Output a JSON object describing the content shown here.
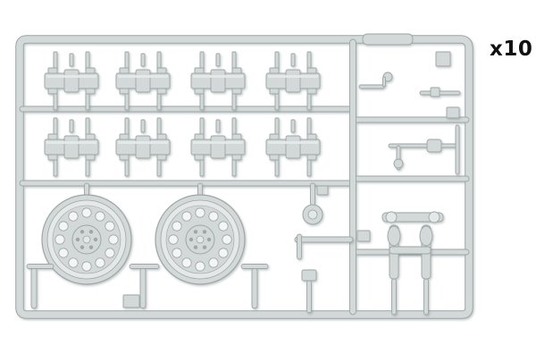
{
  "sprue": {
    "quantity_label": "x10",
    "plastic_color": "#d3d8d8",
    "plastic_light": "#e4e8e8",
    "plastic_shadow": "#9ea6a6",
    "track_link_rows": 2,
    "track_links_per_row": 4,
    "road_wheels": 2,
    "wheel_holes": 12
  }
}
